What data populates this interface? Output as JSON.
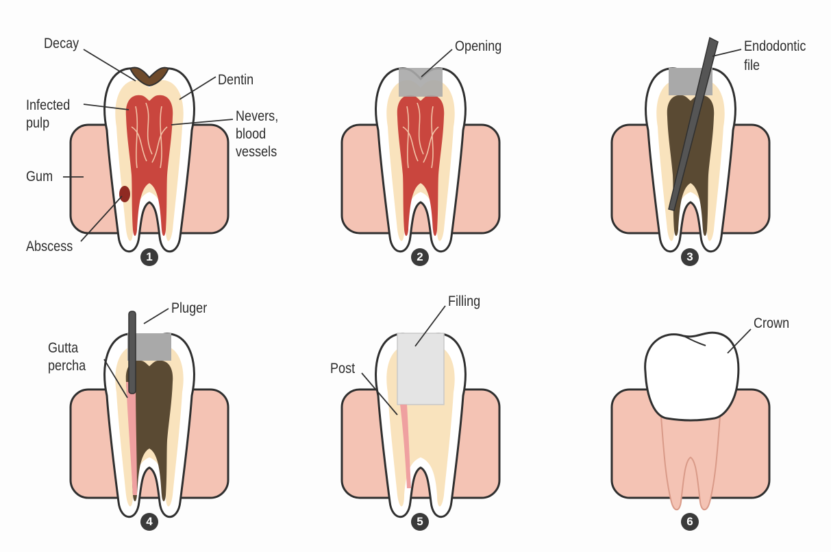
{
  "panels": [
    {
      "step": "1",
      "labels": {
        "decay": "Decay",
        "dentin": "Dentin",
        "infected_pulp_1": "Infected",
        "infected_pulp_2": "pulp",
        "nerves_1": "Nevers,",
        "nerves_2": "blood",
        "nerves_3": "vessels",
        "gum": "Gum",
        "abscess": "Abscess"
      }
    },
    {
      "step": "2",
      "labels": {
        "opening": "Opening"
      }
    },
    {
      "step": "3",
      "labels": {
        "endo_1": "Endodontic",
        "endo_2": "file"
      }
    },
    {
      "step": "4",
      "labels": {
        "pluger": "Pluger",
        "gutta_1": "Gutta",
        "gutta_2": "percha"
      }
    },
    {
      "step": "5",
      "labels": {
        "filling": "Filling",
        "post": "Post"
      }
    },
    {
      "step": "6",
      "labels": {
        "crown": "Crown"
      }
    }
  ],
  "colors": {
    "gum": "#f4c3b4",
    "outline": "#2f2f2f",
    "enamel": "#ffffff",
    "dentin": "#f9e3bd",
    "pulp": "#c9463e",
    "pulp_dark": "#8f2a22",
    "decay": "#6e4a2b",
    "cleaned_canal": "#5a4a33",
    "tool": "#555555",
    "opening": "#a9a9a9",
    "filling": "#e4e4e4",
    "gutta_percha": "#efa0a0"
  }
}
